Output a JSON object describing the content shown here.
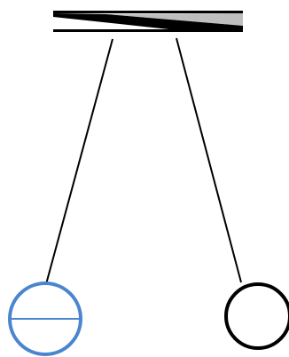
{
  "diagram": {
    "description_none": "",
    "support": {
      "kind": "ceiling-bar",
      "color": "#000000"
    },
    "strings": [
      {
        "id": "left",
        "color": "#000000"
      },
      {
        "id": "right",
        "color": "#000000"
      }
    ],
    "bobs": [
      {
        "id": "left",
        "stroke": "#4a85cf",
        "has_diameter_line": true
      },
      {
        "id": "right",
        "stroke": "#000000",
        "has_diameter_line": false
      }
    ]
  }
}
